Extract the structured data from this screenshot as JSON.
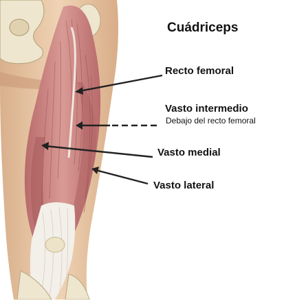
{
  "title": "Cuádriceps",
  "labels": {
    "recto_femoral": "Recto femoral",
    "vasto_intermedio": "Vasto intermedio",
    "vasto_intermedio_note": "Debajo del recto femoral",
    "vasto_medial": "Vasto medial",
    "vasto_lateral": "Vasto lateral"
  },
  "colors": {
    "skin": "#e8c9a8",
    "skin_shadow": "#cfa37f",
    "muscle": "#c98282",
    "muscle_dark": "#a55a5a",
    "tendon": "#f3efe9",
    "bone": "#efe6cf",
    "pointer": "#222222"
  }
}
